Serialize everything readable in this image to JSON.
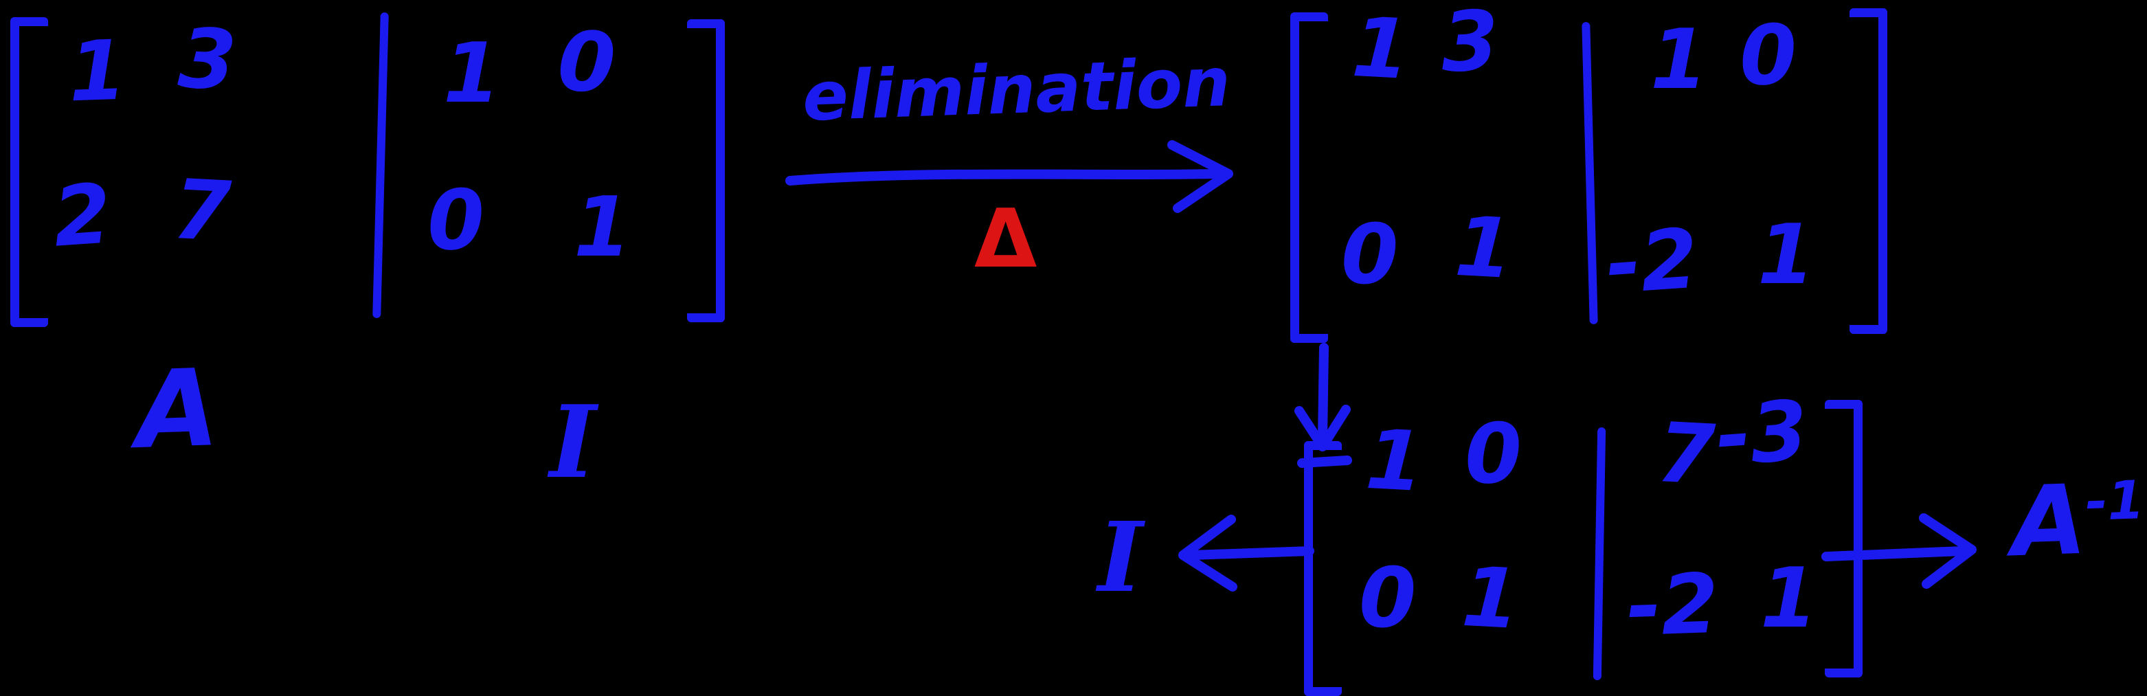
{
  "colors": {
    "ink": "#1b1bf0",
    "accent": "#dd1414",
    "background": "#000000"
  },
  "initial": {
    "left": [
      [
        "1",
        "3"
      ],
      [
        "2",
        "7"
      ]
    ],
    "right": [
      [
        "1",
        "0"
      ],
      [
        "0",
        "1"
      ]
    ],
    "label_left": "A",
    "label_right": "I"
  },
  "transform": {
    "label": "elimination",
    "symbol": "Δ"
  },
  "step": {
    "left": [
      [
        "1",
        "3"
      ],
      [
        "0",
        "1"
      ]
    ],
    "right": [
      [
        "1",
        "0"
      ],
      [
        "-2",
        "1"
      ]
    ]
  },
  "final": {
    "left": [
      [
        "1",
        "0"
      ],
      [
        "0",
        "1"
      ]
    ],
    "right": [
      [
        "7",
        "-3"
      ],
      [
        "-2",
        "1"
      ]
    ],
    "label_left": "I",
    "label_right": "A",
    "label_right_exp": "-1"
  }
}
